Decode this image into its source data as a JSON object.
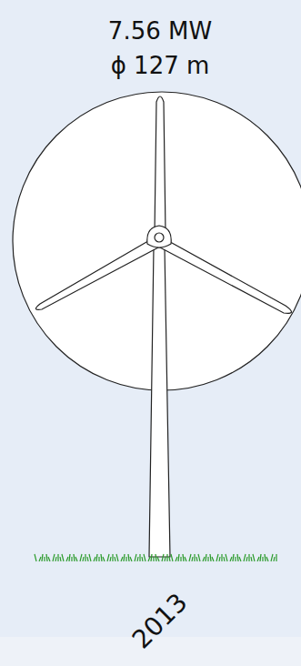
{
  "diagram": {
    "labels": [
      "7.56 MW",
      "ϕ 127 m",
      "2013"
    ]
  }
}
